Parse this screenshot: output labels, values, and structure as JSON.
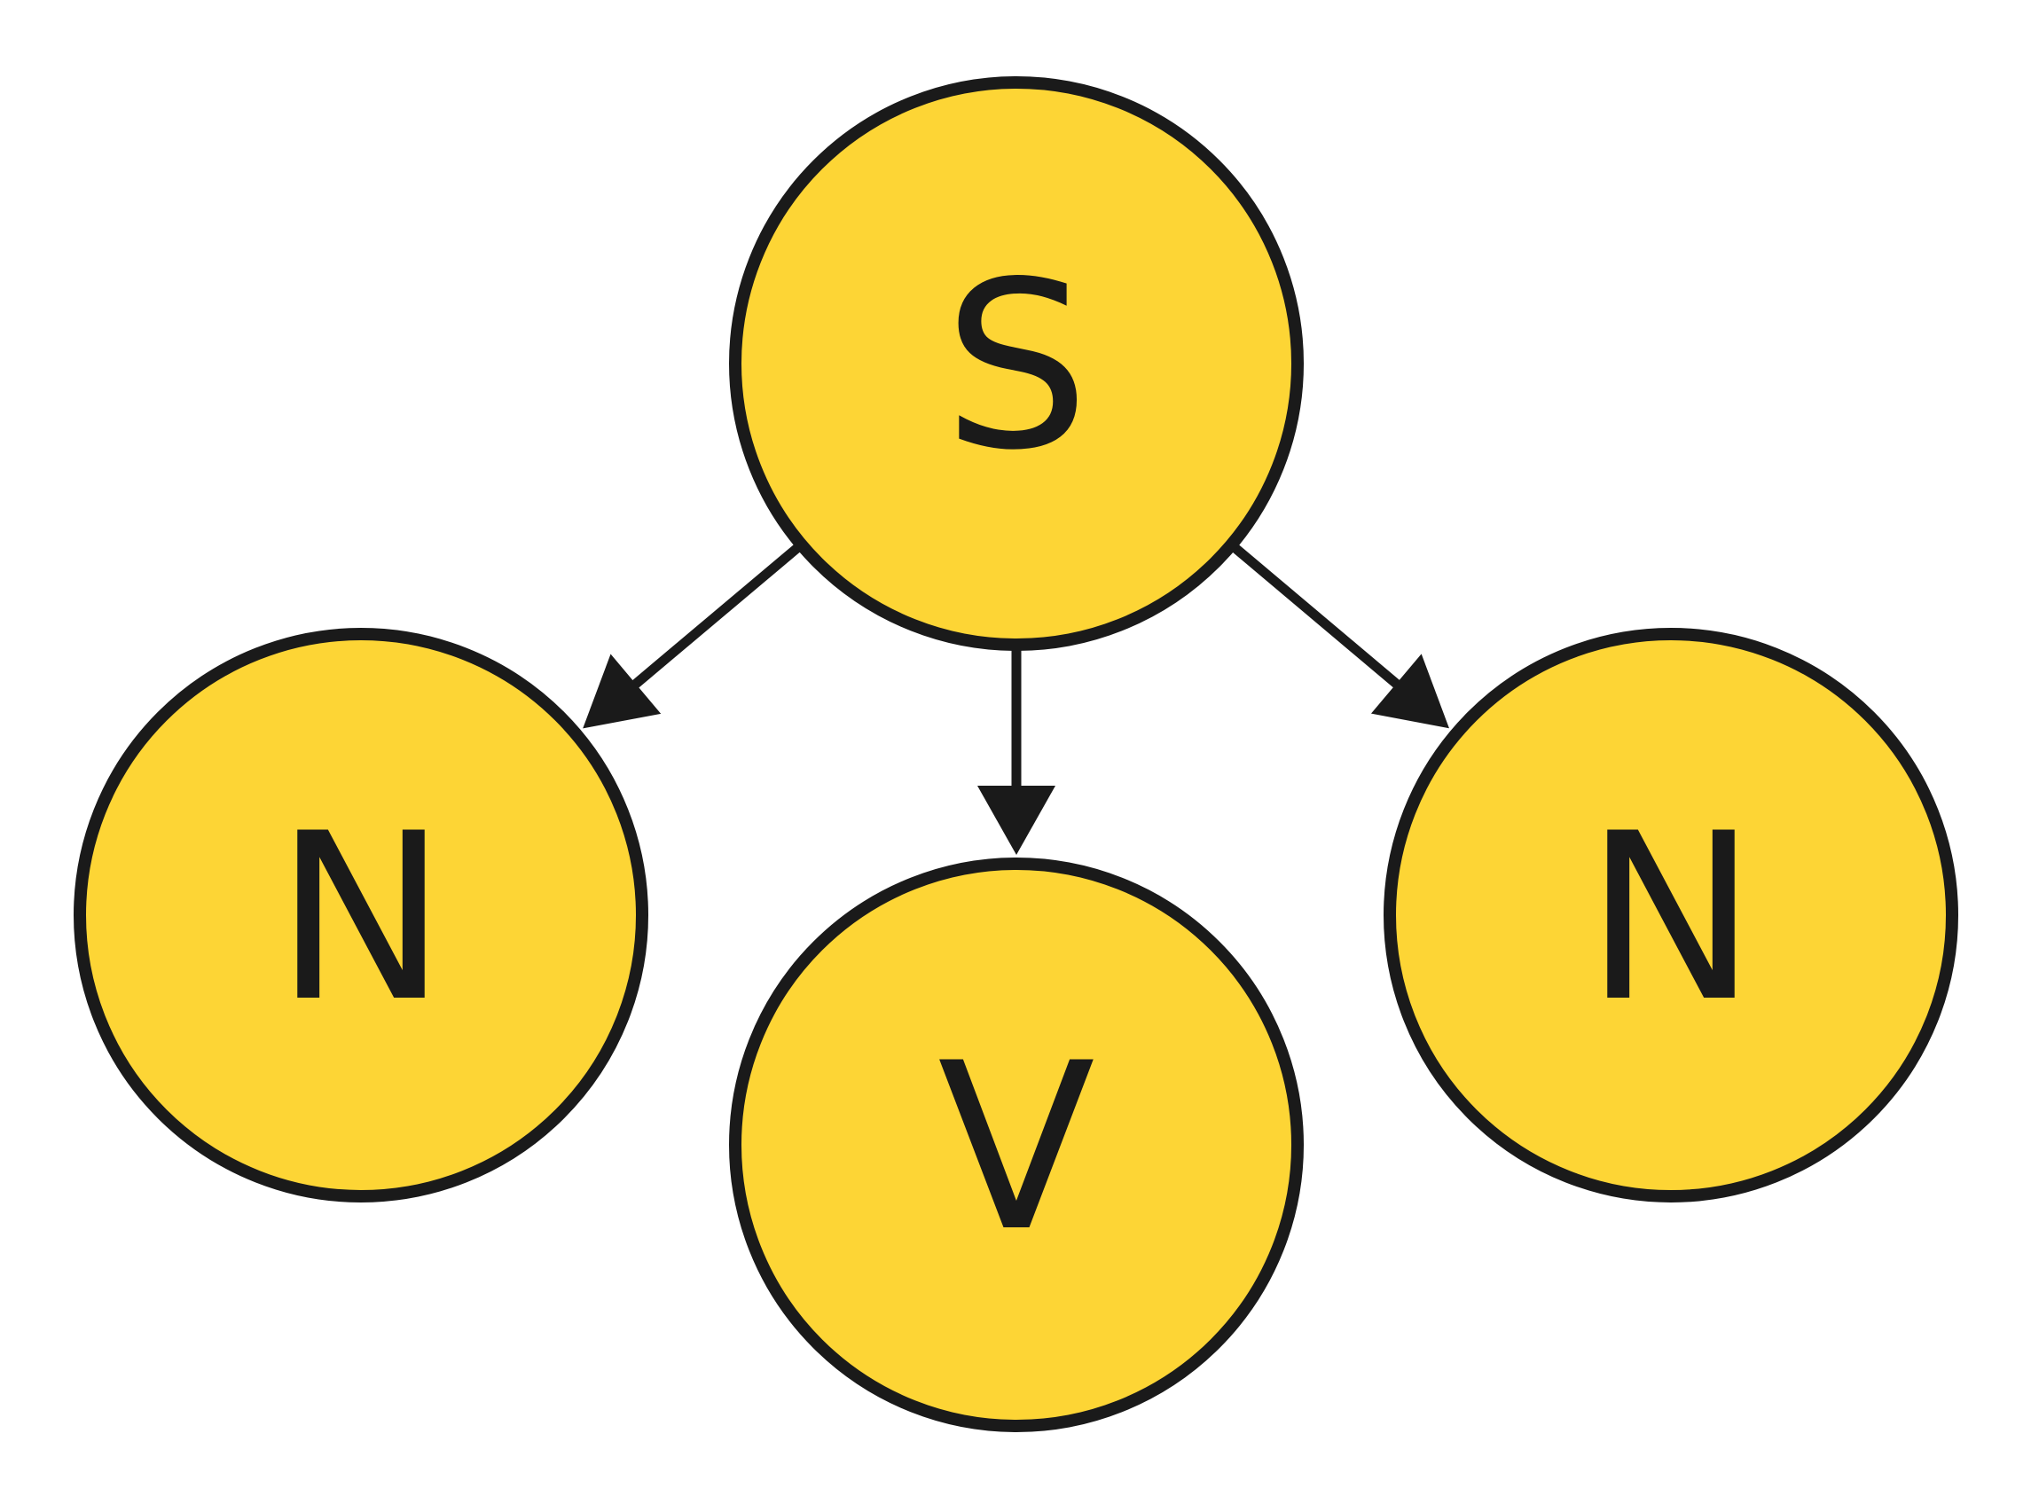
{
  "colors": {
    "node_fill": "#FDD535",
    "node_stroke": "#1A1A1A",
    "label": "#1A1A1A",
    "edge": "#1A1A1A",
    "background": "#FFFFFF"
  },
  "nodes": [
    {
      "id": "root",
      "label": "S"
    },
    {
      "id": "left",
      "label": "N"
    },
    {
      "id": "middle",
      "label": "V"
    },
    {
      "id": "right",
      "label": "N"
    }
  ],
  "edges": [
    {
      "from": "root",
      "to": "left"
    },
    {
      "from": "root",
      "to": "middle"
    },
    {
      "from": "root",
      "to": "right"
    }
  ]
}
